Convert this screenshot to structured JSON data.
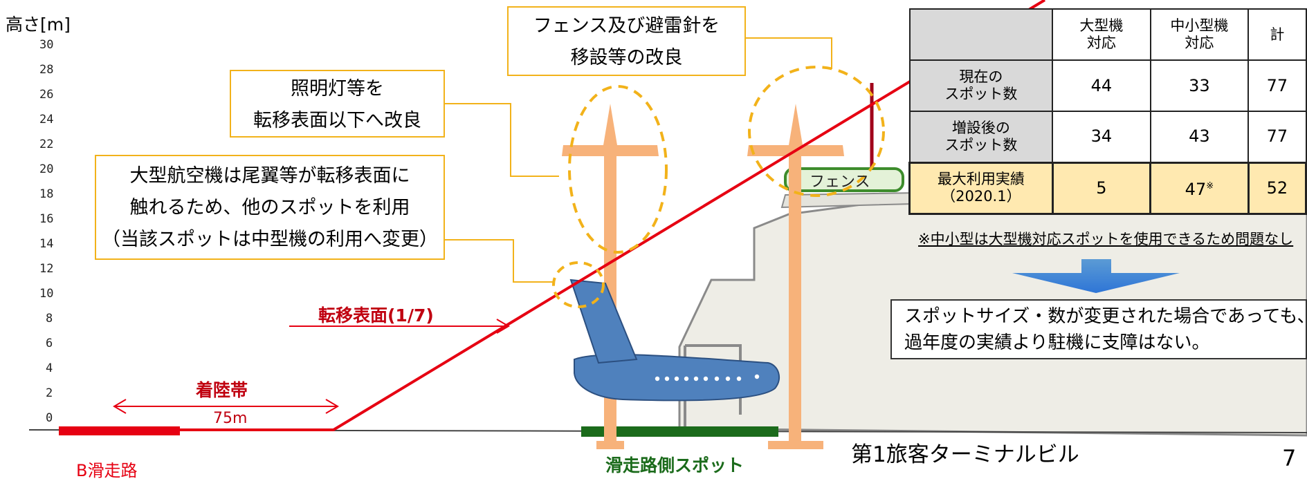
{
  "y_axis": {
    "title": "高さ[m]",
    "ticks": [
      "30",
      "28",
      "26",
      "24",
      "22",
      "20",
      "18",
      "16",
      "14",
      "12",
      "10",
      "8",
      "6",
      "4",
      "2",
      "0"
    ]
  },
  "callouts": {
    "fence_relocation": [
      "フェンス及び避雷針を",
      "移設等の改良"
    ],
    "lighting": [
      "照明灯等を",
      "転移表面以下へ改良"
    ],
    "large_aircraft": [
      "大型航空機は尾翼等が転移表面に",
      "触れるため、他のスポットを利用",
      "（当該スポットは中型機の利用へ変更）"
    ]
  },
  "diagram_labels": {
    "transition_surface": "転移表面(1/7)",
    "landing_strip": "着陸帯",
    "landing_strip_width": "75m",
    "fence": "フェンス",
    "runway": "B滑走路",
    "runway_side_spot": "滑走路側スポット",
    "terminal": "第1旅客ターミナルビル"
  },
  "table": {
    "headers": [
      "",
      "大型機\n対応",
      "中小型機\n対応",
      "計"
    ],
    "rows": [
      {
        "label": [
          "現在の",
          "スポット数"
        ],
        "large": "44",
        "small": "33",
        "total": "77"
      },
      {
        "label": [
          "増設後の",
          "スポット数"
        ],
        "large": "34",
        "small": "43",
        "total": "77"
      },
      {
        "label": [
          "最大利用実績",
          "（2020.1）"
        ],
        "large": "5",
        "small": "47",
        "small_mark": "※",
        "total": "52"
      }
    ],
    "note": "※中小型は大型機対応スポットを使用できるため問題なし"
  },
  "conclusion": [
    "スポットサイズ・数が変更された場合であっても、",
    "過年度の実績より駐機に支障はない。"
  ],
  "page_number": "7",
  "colors": {
    "surface_line": "#e60012",
    "callout_border": "#f2b21a",
    "pole": "#f7b27a",
    "aircraft": "#4f81bd",
    "arrow": "#2e75d6",
    "spot_bar": "#1b6b1b"
  }
}
